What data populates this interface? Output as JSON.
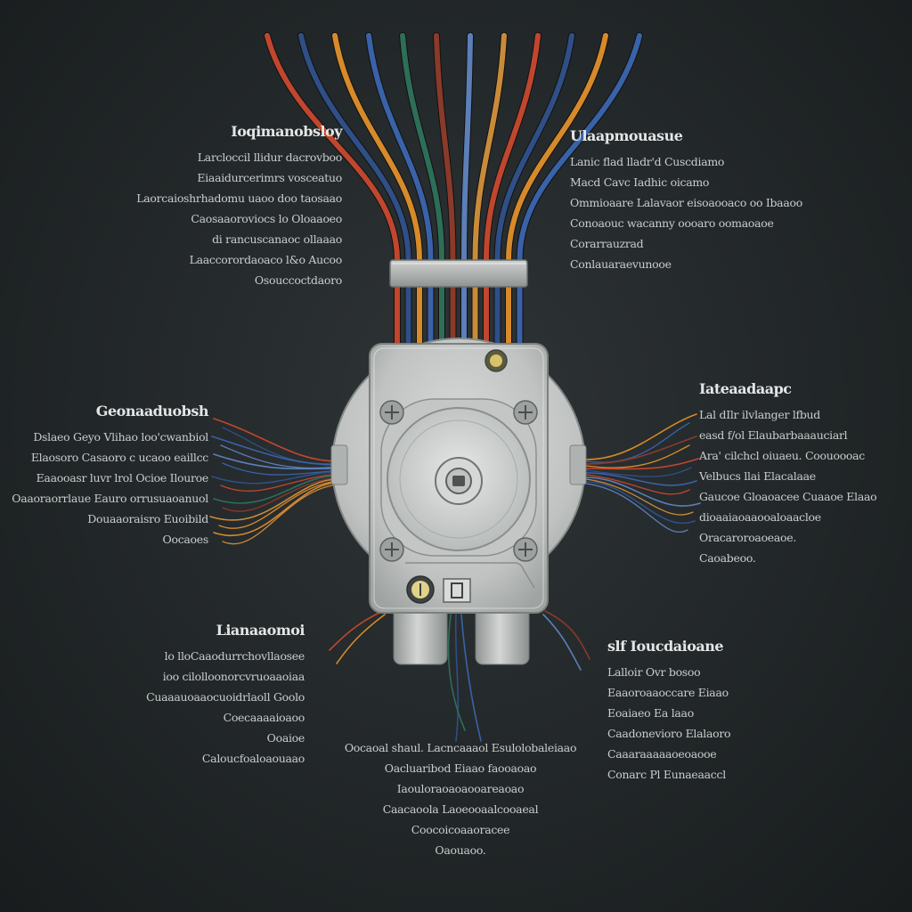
{
  "labels": {
    "top_left": {
      "heading": "Ioqimanobsloy",
      "lines": [
        "Larcloccil llidur dacrovboo",
        "Eiaaidurcerimrs vosceatuo",
        "Laorcaioshrhadomu uaoo doo taosaao",
        "Caosaaoroviocs lo Oloaaoeo",
        "di rancuscanaoc ollaaao",
        "Laaccorordaoaco l&o Aucoo",
        "Osouccoctdaoro"
      ]
    },
    "top_right": {
      "heading": "Ulaapmouasue",
      "lines": [
        "Lanic flad lladr'd Cuscdiamo",
        "Macd Cavc Iadhic oicamo",
        "Ommioaare Lalavaor eisoaooaco oo Ibaaoo",
        "Conoaouc wacanny oooaro oomaoaoe",
        "Corarrauzrad",
        "Conlauaraevunooe"
      ]
    },
    "mid_left": {
      "heading": "Geonaaduobsh",
      "lines": [
        "Dslaeo Geyo Vlihao loo'cwanbiol",
        "Elaosoro Casaoro c ucaoo eaillcc",
        "Eaaooasr luvr lrol Ocioe Ilouroe",
        "Oaaoraorrlaue Eauro orrusuaoanuol",
        "Douaaoraisro Euoibild",
        "Oocaoes"
      ]
    },
    "mid_right": {
      "heading": "Iateaadaapc",
      "lines": [
        "Lal dIlr ilvlanger lfbud",
        "easd f/ol Elaubarbaaauciarl",
        "Ara' cilchcl oiuaeu. Coouoooac",
        "Velbucs llai Elacalaae",
        "Gaucoe Gloaoacee Cuaaoe Elaao",
        "dioaaiaoaaooaloaacloe",
        "Oracaroroaoeaoe.",
        "Caoabeoo."
      ]
    },
    "bottom_left": {
      "heading": "Lianaaomoi",
      "lines": [
        "lo lloCaaodurrchovllaosee",
        "ioo cilolloonorcvruoaaoiaa",
        "Cuaaauoaaocuoidrlaoll Goolo",
        "Coecaaaaioaoo",
        "Ooaioe",
        "Caloucfoaloaouaao"
      ]
    },
    "bottom_right": {
      "heading": "slf Ioucdaioane",
      "lines": [
        "Lalloir Ovr bosoo",
        "Eaaoroaaoccare Eiaao",
        "Eoaiaeo Ea laao",
        "Caadonevioro Elalaoro",
        "Caaaraaaaaoeoaooe",
        "Conarc Pl Eunaeaaccl"
      ]
    },
    "bottom_center": {
      "lines": [
        "Oocaoal shaul. Lacncaaaol Esulolobaleiaao",
        "Oacluaribod Eiaao faooaoao",
        "Iaouloraoaoaooareaoao",
        "Caacaoola Laoeooaalcooaeal",
        "Coocoicoaaoracee",
        "Oaouaoo."
      ]
    }
  },
  "colors": {
    "background": "#24292b",
    "device_body": "#c7c9c8",
    "wire_colors": [
      "#c0462e",
      "#2f4f86",
      "#d68a2a",
      "#3a62a8",
      "#2e6e58",
      "#8a3a2a",
      "#5c7fb8",
      "#c98b3a"
    ]
  },
  "icons": {
    "device": "junction-box-icon",
    "clamp": "cable-clamp-icon",
    "indicators": [
      "status-lamp-icon",
      "indicator-dial-icon",
      "terminal-block-icon"
    ]
  }
}
